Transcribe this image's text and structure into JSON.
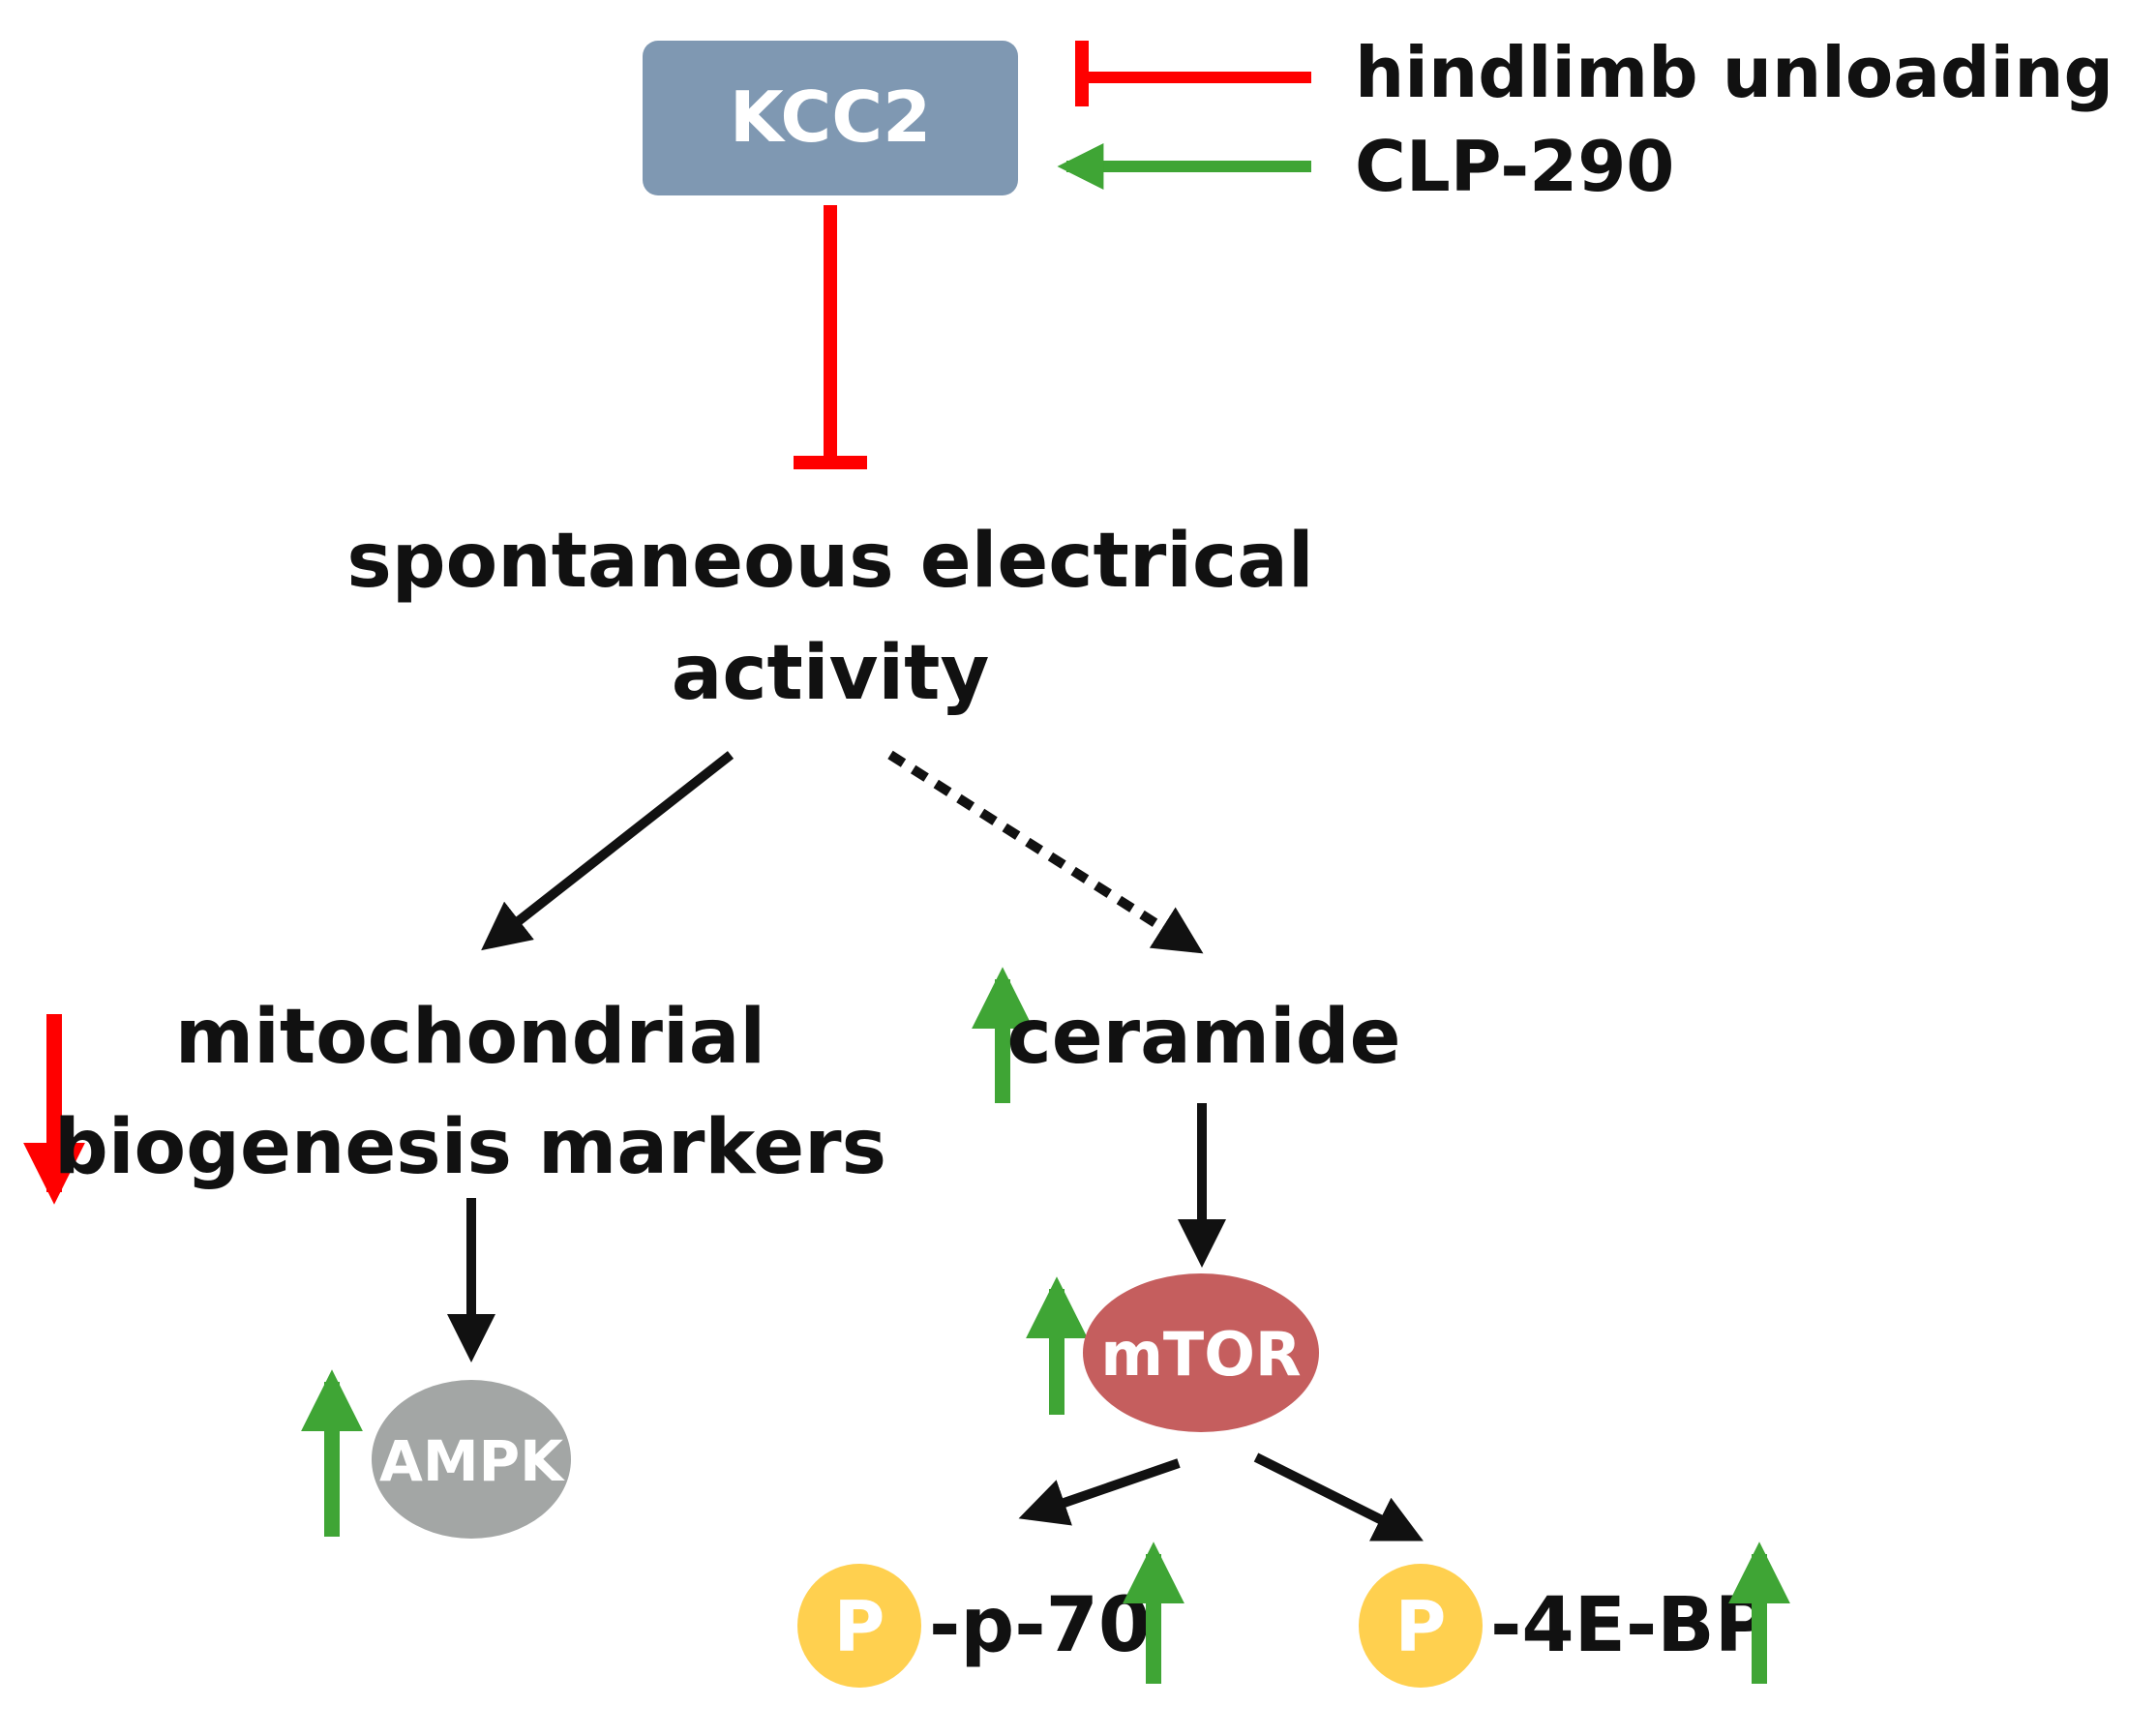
{
  "colors": {
    "inhibit": "#ff0000",
    "activate": "#3fa535",
    "increase": "#3fa535",
    "decrease": "#ff0000",
    "flow": "#111111",
    "kcc2_box": "#7f98b2",
    "mtor_oval": "#c55e5e",
    "ampk_oval": "#a3a6a5",
    "phospho_circle": "#ffd04f",
    "node_text": "#ffffff",
    "label_text": "#111111"
  },
  "nodes": {
    "kcc2": "KCC2",
    "hindlimb_unloading": "hindlimb unloading",
    "clp290": "CLP-290",
    "spontaneous_line1": "spontaneous electrical",
    "spontaneous_line2": "activity",
    "mito_line1": "mitochondrial",
    "mito_line2": "biogenesis markers",
    "ceramide": "ceramide",
    "mtor": "mTOR",
    "ampk": "AMPK",
    "phospho": "P",
    "p70_label": "-p-70",
    "bp4e_label": "-4E-BP"
  },
  "edges": [
    {
      "from": "hindlimb unloading",
      "to": "KCC2",
      "type": "inhibition"
    },
    {
      "from": "CLP-290",
      "to": "KCC2",
      "type": "activation"
    },
    {
      "from": "KCC2",
      "to": "spontaneous electrical activity",
      "type": "inhibition"
    },
    {
      "from": "spontaneous electrical activity",
      "to": "mitochondrial biogenesis markers",
      "type": "arrow"
    },
    {
      "from": "spontaneous electrical activity",
      "to": "ceramide",
      "type": "dashed-arrow"
    },
    {
      "from": "mitochondrial biogenesis markers",
      "to": "AMPK",
      "type": "arrow"
    },
    {
      "from": "ceramide",
      "to": "mTOR",
      "type": "arrow"
    },
    {
      "from": "mTOR",
      "to": "P-p-70",
      "type": "arrow"
    },
    {
      "from": "mTOR",
      "to": "P-4E-BP",
      "type": "arrow"
    }
  ],
  "changes": [
    {
      "target": "mitochondrial biogenesis markers",
      "direction": "down"
    },
    {
      "target": "ceramide",
      "direction": "up"
    },
    {
      "target": "mTOR",
      "direction": "up"
    },
    {
      "target": "AMPK",
      "direction": "up"
    },
    {
      "target": "P-p-70",
      "direction": "up"
    },
    {
      "target": "P-4E-BP",
      "direction": "up"
    }
  ]
}
